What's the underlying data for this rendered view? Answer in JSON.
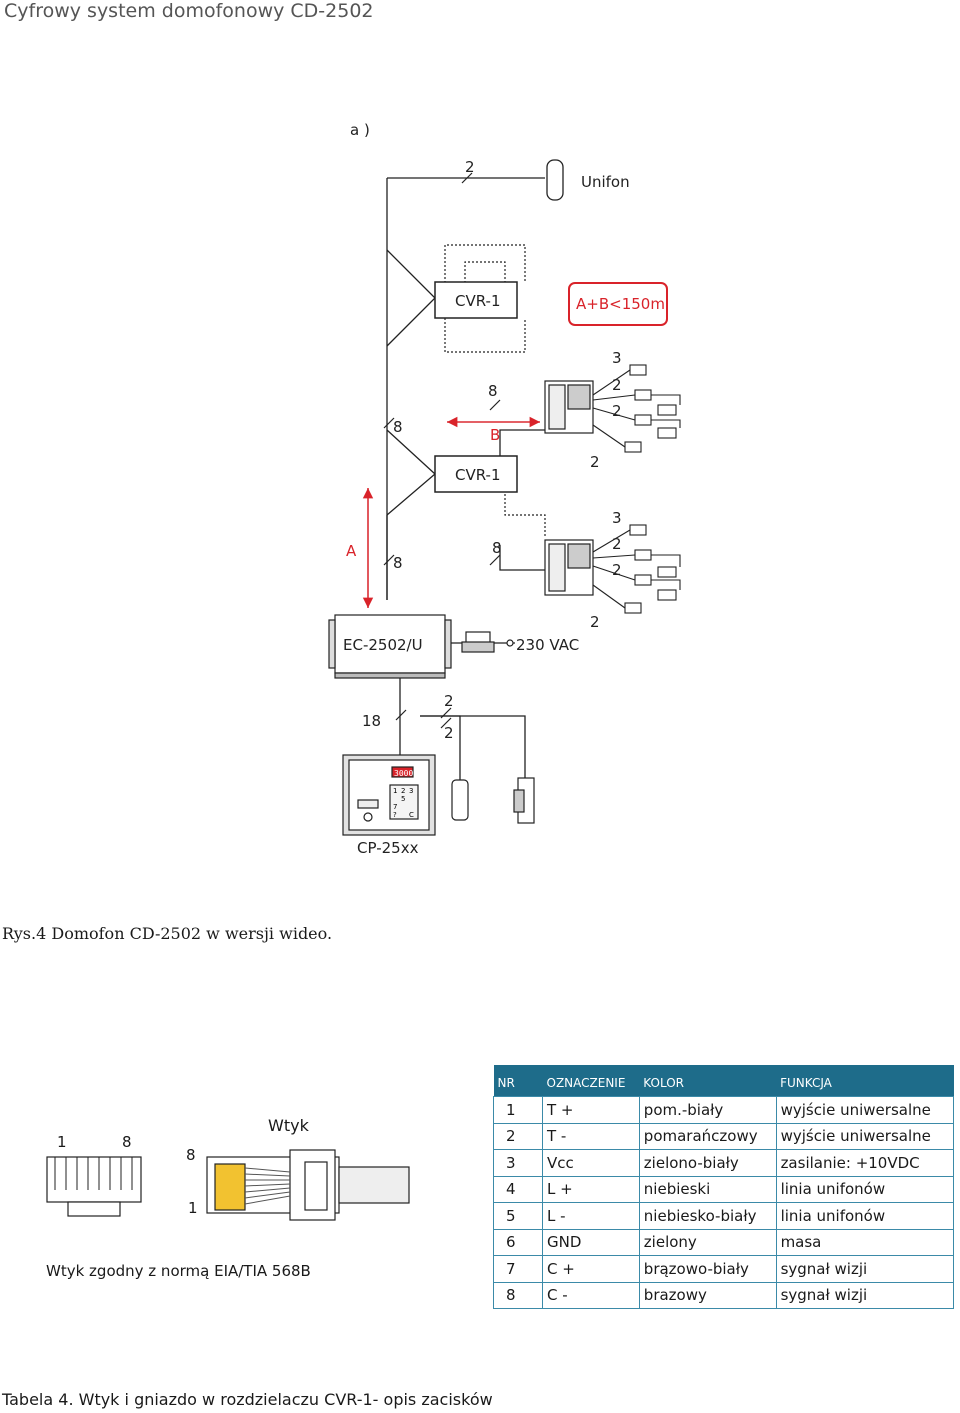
{
  "header": {
    "title": "Cyfrowy system domofonowy CD-2502"
  },
  "diagram": {
    "variant_label": "a )",
    "unifon_label": "Unifon",
    "cvr_top": "CVR-1",
    "cvr_mid": "CVR-1",
    "distance_label": "A+B<150m",
    "label_A": "A",
    "label_B": "B",
    "ec_label": "EC-2502/U",
    "vac_label": "230 VAC",
    "cp_label": "CP-25xx",
    "panel_display": "3000",
    "panel_keys": [
      "1",
      "2",
      "3",
      "5",
      "7",
      "?",
      "C"
    ],
    "wire_counts": {
      "unifon": "2",
      "trunk_upper": "8",
      "to_monitor_upper": "8",
      "trunk_lower": "8",
      "to_monitor_lower": "8",
      "mon_u_3": "3",
      "mon_u_2a": "2",
      "mon_u_2b": "2",
      "mon_u_2c": "2",
      "mon_l_3": "3",
      "mon_l_2a": "2",
      "mon_l_2b": "2",
      "mon_l_2c": "2",
      "cp_18": "18",
      "cp_2a": "2",
      "cp_2b": "2"
    },
    "colors": {
      "red": "#d9232a",
      "blue": "#1e6c8a",
      "line": "#222222"
    }
  },
  "figure_caption": "Rys.4 Domofon CD-2502 w wersji wideo.",
  "plug": {
    "title": "Wtyk",
    "pin_left_1": "1",
    "pin_left_8": "8",
    "pin_side_8": "8",
    "pin_side_1": "1",
    "note": "Wtyk zgodny z normą EIA/TIA 568B"
  },
  "table": {
    "headers": [
      "NR",
      "OZNACZENIE",
      "KOLOR",
      "FUNKCJA"
    ],
    "rows": [
      [
        "1",
        "T +",
        "pom.-biały",
        "wyjście uniwersalne"
      ],
      [
        "2",
        "T -",
        "pomarańczowy",
        "wyjście uniwersalne"
      ],
      [
        "3",
        "Vcc",
        "zielono-biały",
        "zasilanie: +10VDC"
      ],
      [
        "4",
        "L +",
        "niebieski",
        "linia unifonów"
      ],
      [
        "5",
        "L -",
        "niebiesko-biały",
        "linia unifonów"
      ],
      [
        "6",
        "GND",
        "zielony",
        "masa"
      ],
      [
        "7",
        "C +",
        "brązowo-biały",
        "sygnał wizji"
      ],
      [
        "8",
        "C -",
        "brazowy",
        "sygnał wizji"
      ]
    ]
  },
  "footer_caption": "Tabela 4. Wtyk i gniazdo w rozdzielaczu CVR-1- opis zacisków"
}
